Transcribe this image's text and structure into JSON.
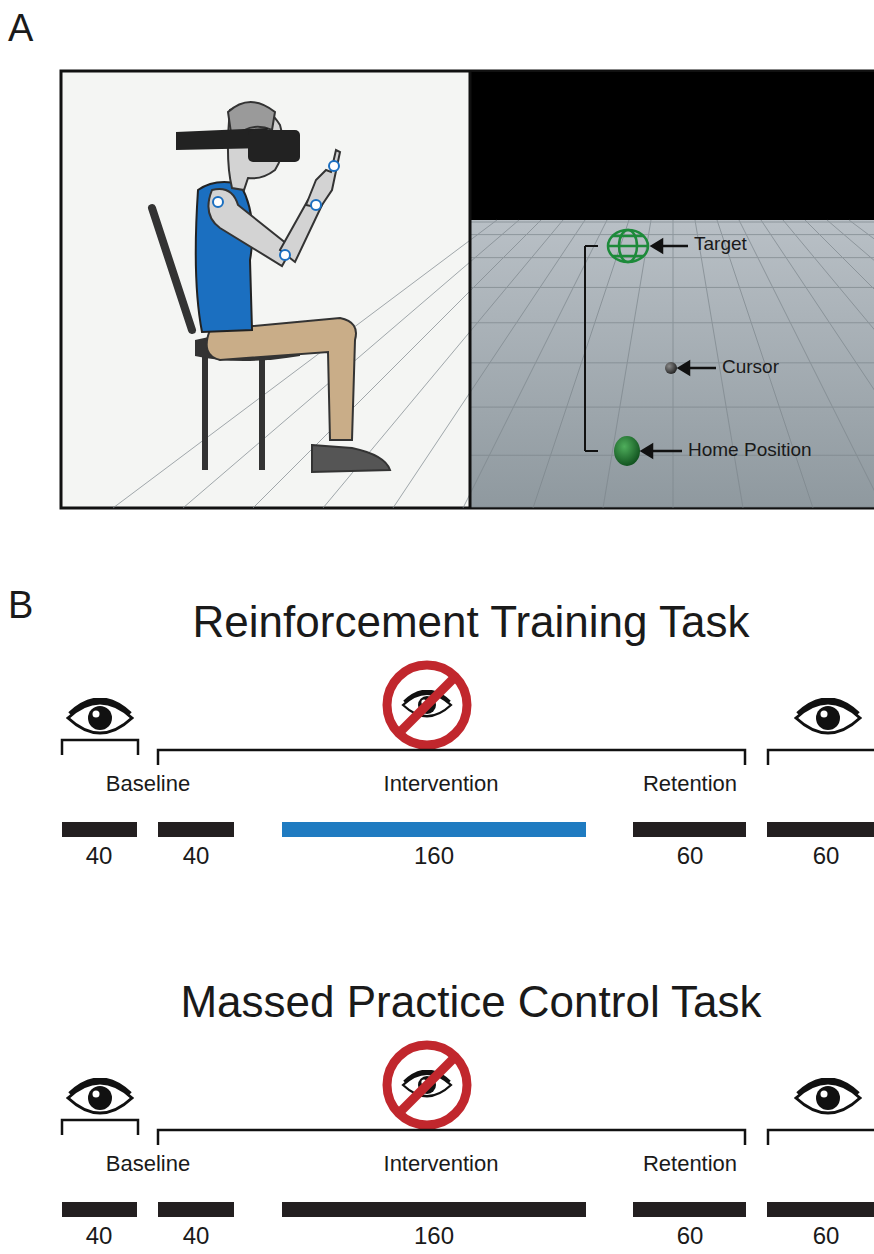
{
  "diagram": {
    "labels": [
      "A",
      "Target",
      "Cursor",
      "Home Position",
      "B",
      "Reinforcement Training Task",
      "Baseline",
      "Intervention",
      "Retention",
      "40",
      "40",
      "160",
      "60",
      "60",
      "Massed Practice Control Task",
      "Baseline",
      "Intervention",
      "Retention",
      "40",
      "40",
      "160",
      "60",
      "60"
    ]
  }
}
